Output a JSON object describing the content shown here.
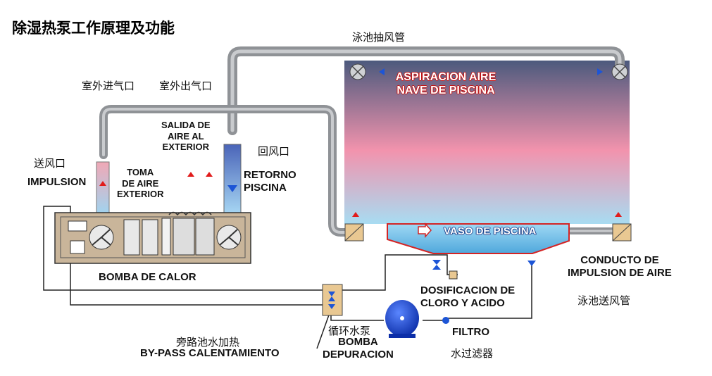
{
  "title": "除湿热泵工作原理及功能",
  "labels": {
    "pool_exhaust_duct": "泳池抽风管",
    "outdoor_inlet": "室外进气口",
    "outdoor_outlet": "室外出气口",
    "salida_aire": "SALIDA DE\nAIRE AL\nEXTERIOR",
    "return_air_cn": "回风口",
    "retorno": "RETORNO\nPISCINA",
    "supply_cn": "送风口",
    "impulsion": "IMPULSION",
    "toma_aire": "TOMA\nDE AIRE\nEXTERIOR",
    "aspiracion": "ASPIRACION AIRE\nNAVE DE PISCINA",
    "vaso": "VASO DE PISCINA",
    "bomba_calor": "BOMBA DE CALOR",
    "conducto": "CONDUCTO DE\nIMPULSION DE AIRE",
    "pool_supply_duct": "泳池送风管",
    "dosificacion": "DOSIFICACION DE\nCLORO Y ACIDO",
    "pump_cn": "循环水泵",
    "bomba_depuracion": "BOMBA\nDEPURACION",
    "filtro": "FILTRO",
    "filter_cn": "水过滤器",
    "bypass_cn": "旁路池水加热",
    "bypass": "BY-PASS CALENTAMIENTO"
  },
  "colors": {
    "duct": "#8f9296",
    "duct_light": "#c9cbce",
    "air_up": "#e11c1c",
    "air_down": "#1d55d6",
    "pool_water": "#7ec8ee",
    "hall_top": "#4c5a7d",
    "hall_mid": "#f293ad",
    "hall_bottom": "#a8dcf2",
    "unit_body": "#c9b59a",
    "pump_blue": "#1440d0"
  },
  "icons": [
    "fan-icon",
    "valve-icon",
    "pump-icon",
    "heat-exchanger-icon",
    "filter-icon",
    "air-arrow-icon"
  ]
}
